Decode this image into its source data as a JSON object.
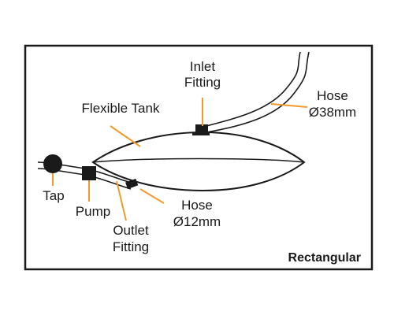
{
  "labels": {
    "inlet_line1": "Inlet",
    "inlet_line2": "Fitting",
    "hose_large_line1": "Hose",
    "hose_large_line2": "Ø38mm",
    "flexible_tank": "Flexible Tank",
    "tap": "Tap",
    "pump": "Pump",
    "outlet_line1": "Outlet",
    "outlet_line2": "Fitting",
    "hose_small_line1": "Hose",
    "hose_small_line2": "Ø12mm",
    "tank_shape": "Rectangular"
  },
  "colors": {
    "leader_lines": "#f39a2b",
    "outline": "#1a1a1a",
    "background": "#ffffff"
  }
}
